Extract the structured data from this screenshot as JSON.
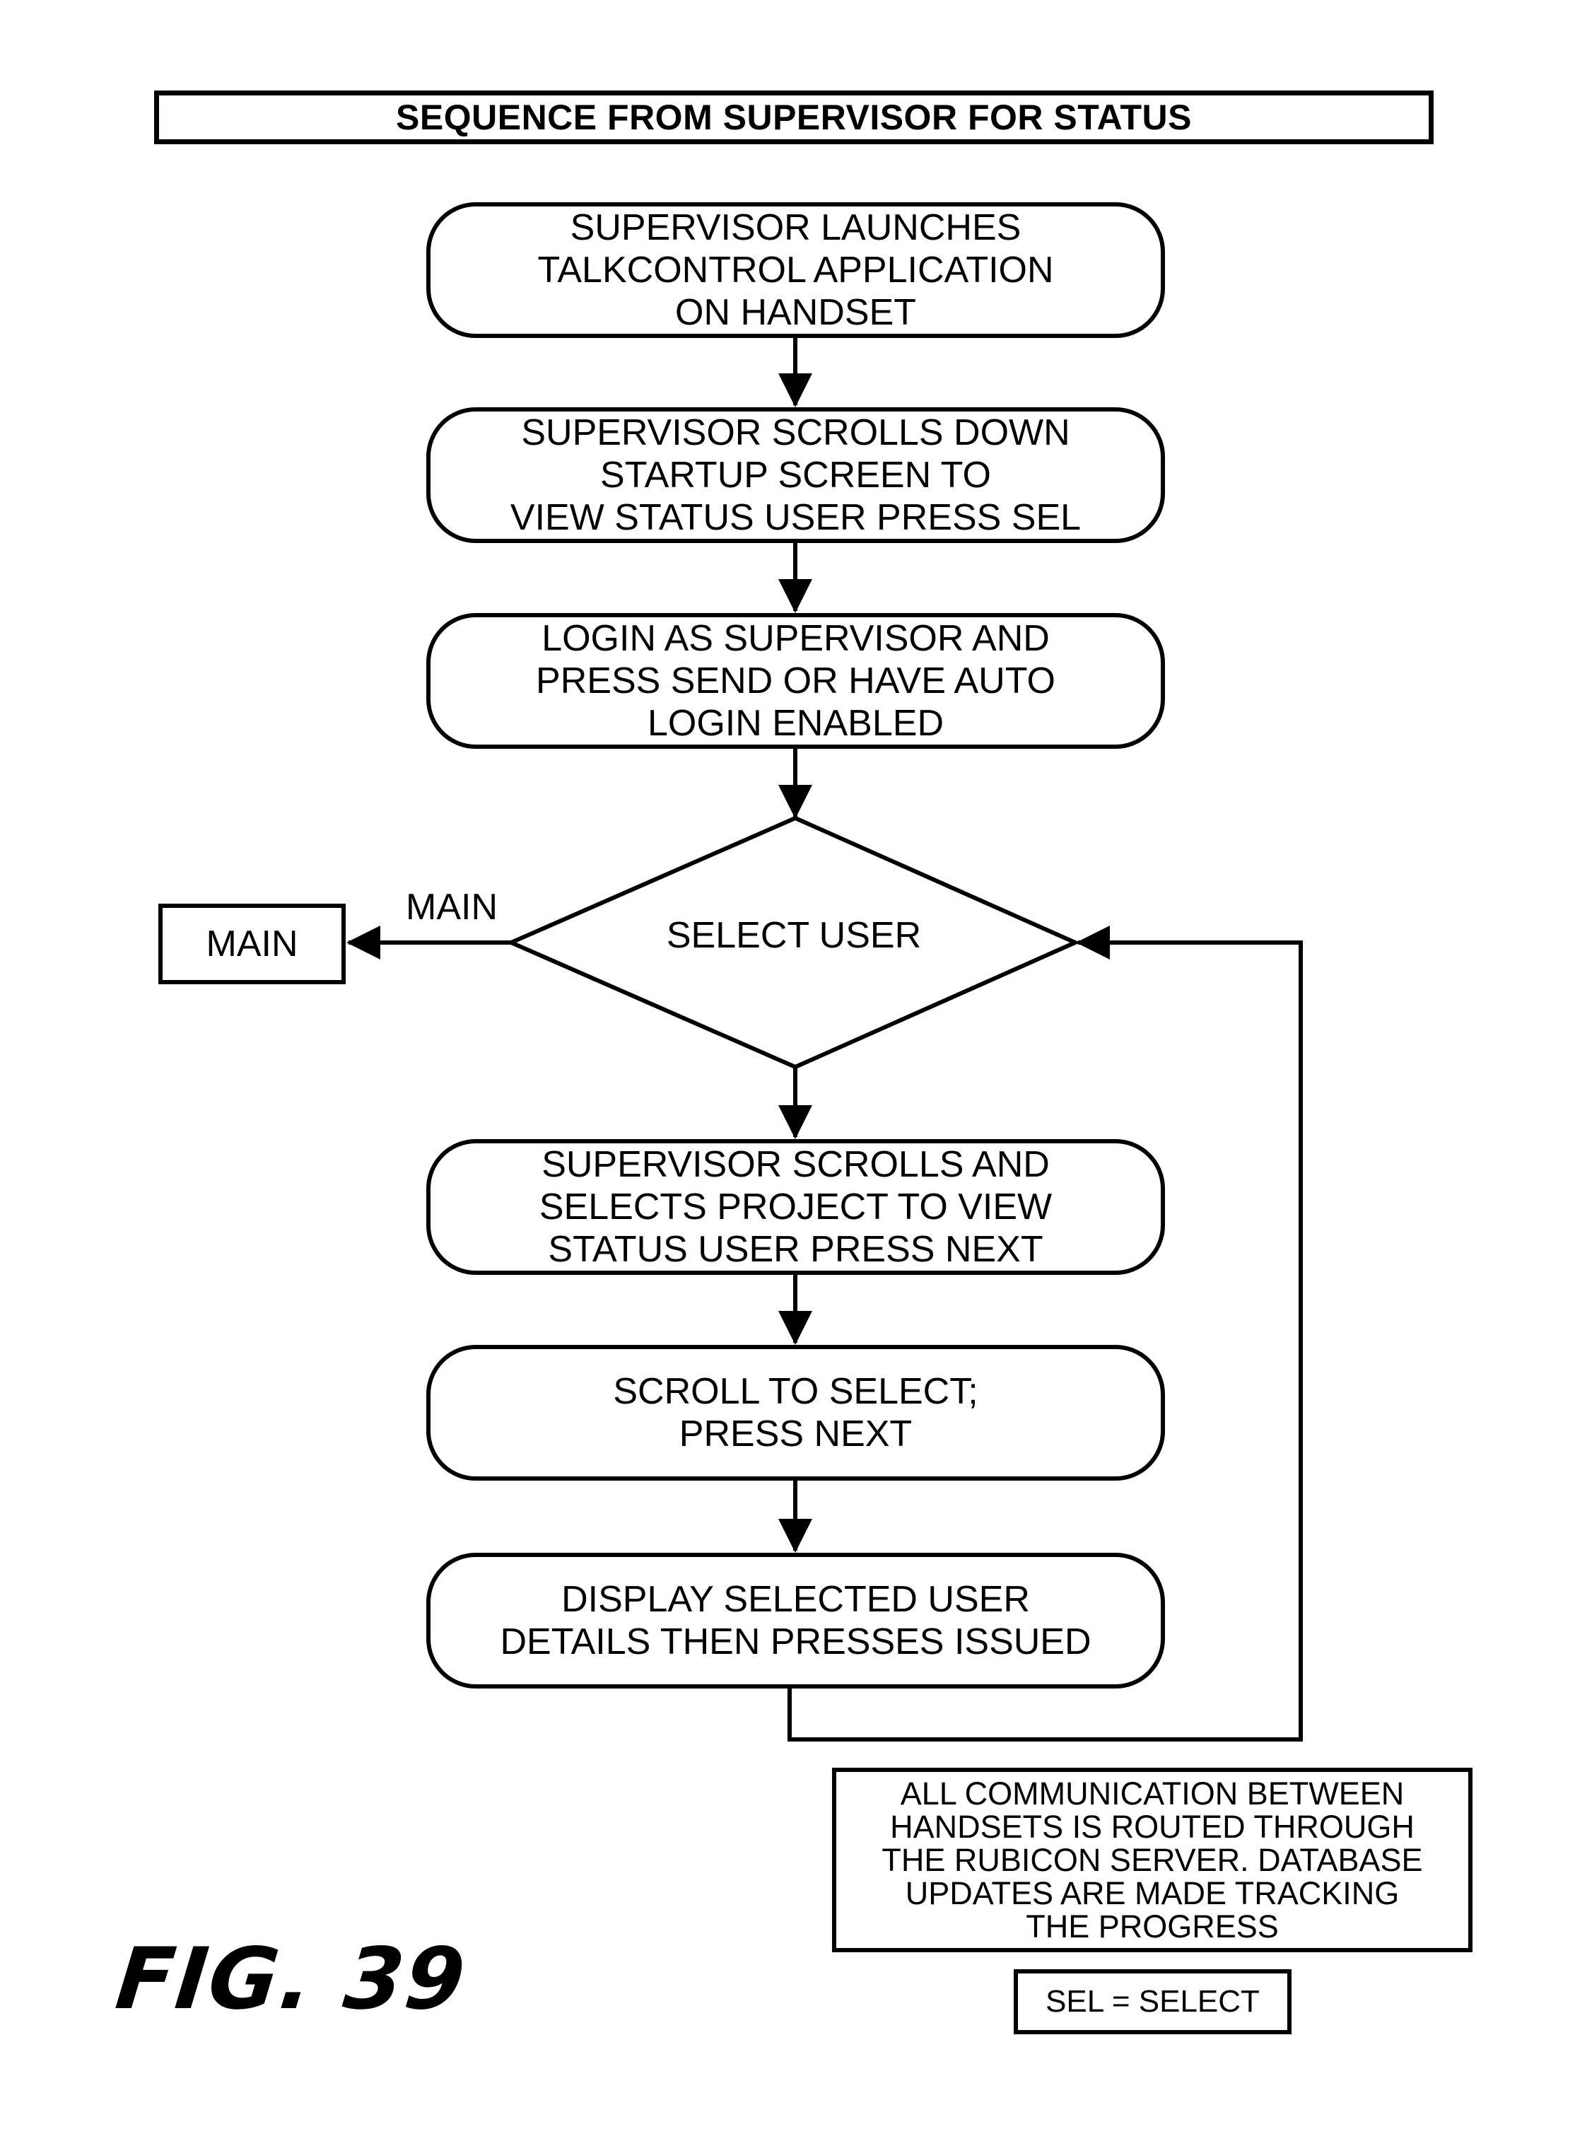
{
  "title": "SEQUENCE FROM SUPERVISOR FOR STATUS",
  "steps": {
    "launch": [
      "SUPERVISOR LAUNCHES",
      "TALKCONTROL APPLICATION",
      "ON HANDSET"
    ],
    "scroll": [
      "SUPERVISOR SCROLLS DOWN",
      "STARTUP SCREEN TO",
      "VIEW STATUS USER PRESS SEL"
    ],
    "login": [
      "LOGIN AS SUPERVISOR AND",
      "PRESS SEND OR HAVE AUTO",
      "LOGIN ENABLED"
    ],
    "project": [
      "SUPERVISOR SCROLLS AND",
      "SELECTS PROJECT TO VIEW",
      "STATUS USER PRESS NEXT"
    ],
    "select": [
      "SCROLL TO SELECT;",
      "PRESS NEXT"
    ],
    "display": [
      "DISPLAY SELECTED USER",
      "DETAILS THEN PRESSES ISSUED"
    ]
  },
  "decision": {
    "label": "SELECT USER",
    "main_edge_label": "MAIN"
  },
  "main_box": "MAIN",
  "note": [
    "ALL COMMUNICATION BETWEEN",
    "HANDSETS IS ROUTED THROUGH",
    "THE RUBICON SERVER.  DATABASE",
    "UPDATES ARE MADE TRACKING",
    "THE PROGRESS"
  ],
  "legend": "SEL = SELECT",
  "figure_label": "FIG. 39"
}
